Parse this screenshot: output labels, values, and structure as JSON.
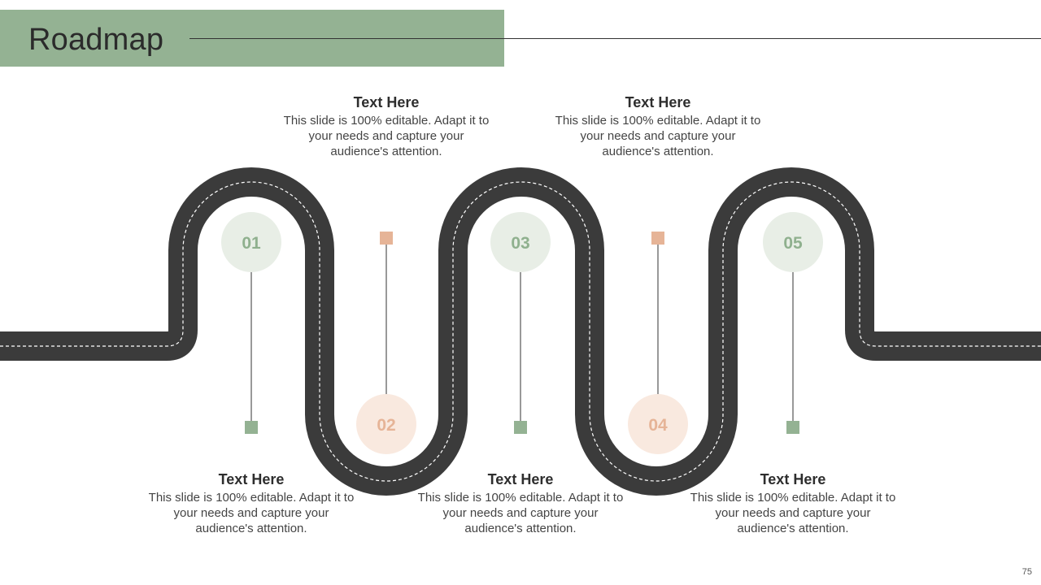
{
  "slide": {
    "title": "Roadmap",
    "page_number": "75"
  },
  "colors": {
    "band": "#94b293",
    "road": "#3b3b3b",
    "green_circle": "#e8eee6",
    "green_text": "#8fb08e",
    "peach_circle": "#f9e9df",
    "peach_text": "#e6b497",
    "green_square": "#94b293",
    "peach_square": "#e6b497"
  },
  "milestones": [
    {
      "number": "01",
      "title": "Text Here",
      "body": "This slide is 100% editable. Adapt it to your needs and capture your audience's attention."
    },
    {
      "number": "02",
      "title": "Text Here",
      "body": "This slide is 100% editable. Adapt it to your needs and capture your audience's attention."
    },
    {
      "number": "03",
      "title": "Text Here",
      "body": "This slide is 100% editable. Adapt it to your needs and capture your audience's attention."
    },
    {
      "number": "04",
      "title": "Text Here",
      "body": "This slide is 100% editable. Adapt it to your needs and capture your audience's attention."
    },
    {
      "number": "05",
      "title": "Text Here",
      "body": "This slide is 100% editable. Adapt it to your needs and capture your audience's attention."
    }
  ]
}
